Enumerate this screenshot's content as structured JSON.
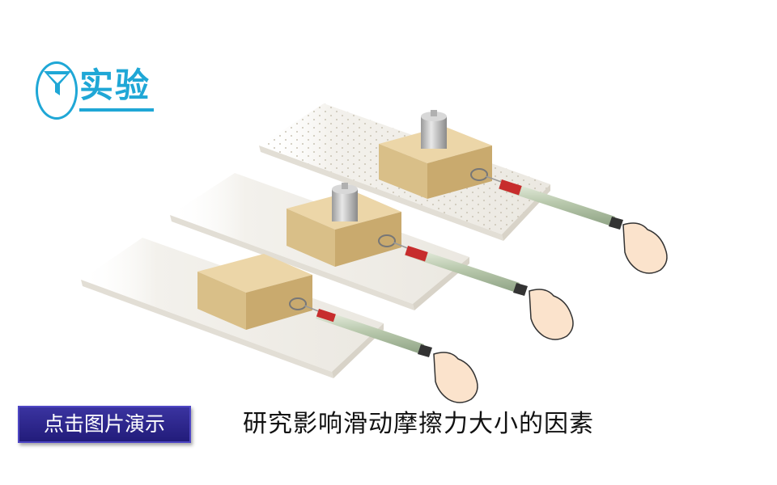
{
  "badge": {
    "label": "实验",
    "icon": "funnel-icon",
    "color": "#1fa7d6"
  },
  "demo_button": {
    "label": "点击图片演示",
    "color": "#2a238a"
  },
  "caption": {
    "title": "研究影响滑动摩擦力大小的因素"
  },
  "scene": {
    "description_icons": [
      "wooden-block",
      "weight",
      "spring-scale",
      "hand",
      "board",
      "rough-surface"
    ]
  }
}
